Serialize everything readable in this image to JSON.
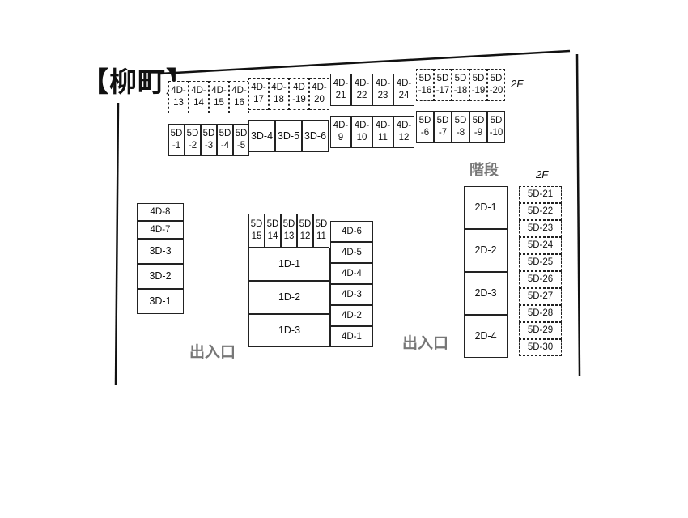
{
  "title": "【柳町】",
  "floor_tags": {
    "top_right": "2F",
    "right_column": "2F"
  },
  "labels": {
    "entrance_left": "出入口",
    "entrance_right": "出入口",
    "stairs": "階段"
  },
  "top_row_2f_left": [
    "4D-\n13",
    "4D-\n14",
    "4D-\n15",
    "4D-\n16"
  ],
  "top_row_1f_middle": [
    "4D-\n17",
    "4D-\n18",
    "4D\n-19",
    "4D-\n20"
  ],
  "top_row_1f_solid": [
    "4D-\n21",
    "4D-\n22",
    "4D-\n23",
    "4D-\n24"
  ],
  "top_row_2f_right": [
    "5D\n-16",
    "5D\n-17",
    "5D\n-18",
    "5D\n-19",
    "5D\n-20"
  ],
  "second_row_5d_left": [
    "5D\n-1",
    "5D\n-2",
    "5D\n-3",
    "5D\n-4",
    "5D\n-5"
  ],
  "second_row_3d": [
    "3D-4",
    "3D-5",
    "3D-6"
  ],
  "second_row_4d": [
    "4D-\n9",
    "4D-\n10",
    "4D-\n11",
    "4D-\n12"
  ],
  "second_row_5d_right": [
    "5D\n-6",
    "5D\n-7",
    "5D\n-8",
    "5D\n-9",
    "5D\n-10"
  ],
  "left_column_4d": [
    "4D-8",
    "4D-7"
  ],
  "left_column_3d": [
    "3D-3",
    "3D-2",
    "3D-1"
  ],
  "center_5d": [
    "5D\n15",
    "5D\n14",
    "5D\n13",
    "5D\n12",
    "5D\n11"
  ],
  "center_1d": [
    "1D-1",
    "1D-2",
    "1D-3"
  ],
  "center_4d_column": [
    "4D-6",
    "4D-5",
    "4D-4",
    "4D-3",
    "4D-2",
    "4D-1"
  ],
  "right_2d_column": [
    "2D-1",
    "2D-2",
    "2D-3",
    "2D-4"
  ],
  "right_5d_column_2f": [
    "5D-21",
    "5D-22",
    "5D-23",
    "5D-24",
    "5D-25",
    "5D-26",
    "5D-27",
    "5D-28",
    "5D-29",
    "5D-30"
  ]
}
